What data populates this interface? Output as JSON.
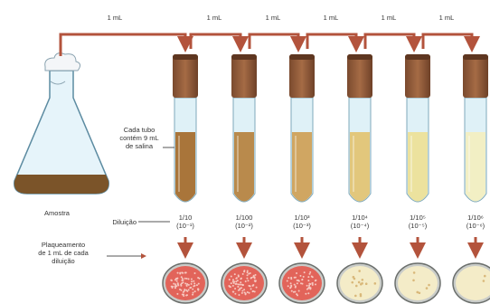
{
  "transfer_volume": "1 mL",
  "flask": {
    "label": "Amostra"
  },
  "tube_note": [
    "Cada tubo",
    "contém 9 mL",
    "de salina"
  ],
  "dilution_title": "Diluição",
  "plating_note": [
    "Plaqueamento",
    "de 1 mL de cada",
    "diluição"
  ],
  "tubes": [
    {
      "ratio": "1/10",
      "exp": "(10⁻¹)",
      "liquid": "#a9753a"
    },
    {
      "ratio": "1/100",
      "exp": "(10⁻²)",
      "liquid": "#b98a4c"
    },
    {
      "ratio": "1/10³",
      "exp": "(10⁻³)",
      "liquid": "#d0a662"
    },
    {
      "ratio": "1/10⁴",
      "exp": "(10⁻⁴)",
      "liquid": "#e2c77c"
    },
    {
      "ratio": "1/10⁵",
      "exp": "(10⁻⁵)",
      "liquid": "#ece29e"
    },
    {
      "ratio": "1/10⁶",
      "exp": "(10⁻⁶)",
      "liquid": "#f2efc4"
    }
  ],
  "colors": {
    "arrow": "#b3533c",
    "cap": "#8c5a3a",
    "glass": "#dff1f7",
    "plate_rim": "#6b6f6c",
    "dish_dense": "#e2645a",
    "dish_sparse": "#f4ecc8"
  }
}
